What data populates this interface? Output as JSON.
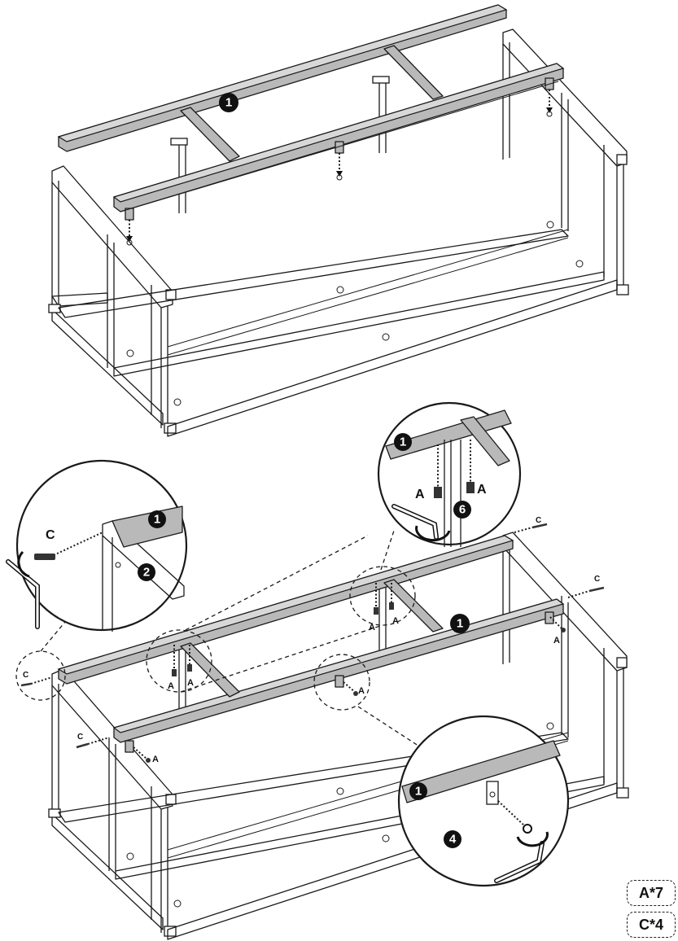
{
  "parts": {
    "rail_number": "1",
    "side_frame_number": "2",
    "step_insert": "4",
    "step_bolts": "6"
  },
  "hardware": {
    "bolt_a": "A",
    "bolt_c": "C"
  },
  "counts": {
    "a_total": "A*7",
    "c_total": "C*4"
  }
}
